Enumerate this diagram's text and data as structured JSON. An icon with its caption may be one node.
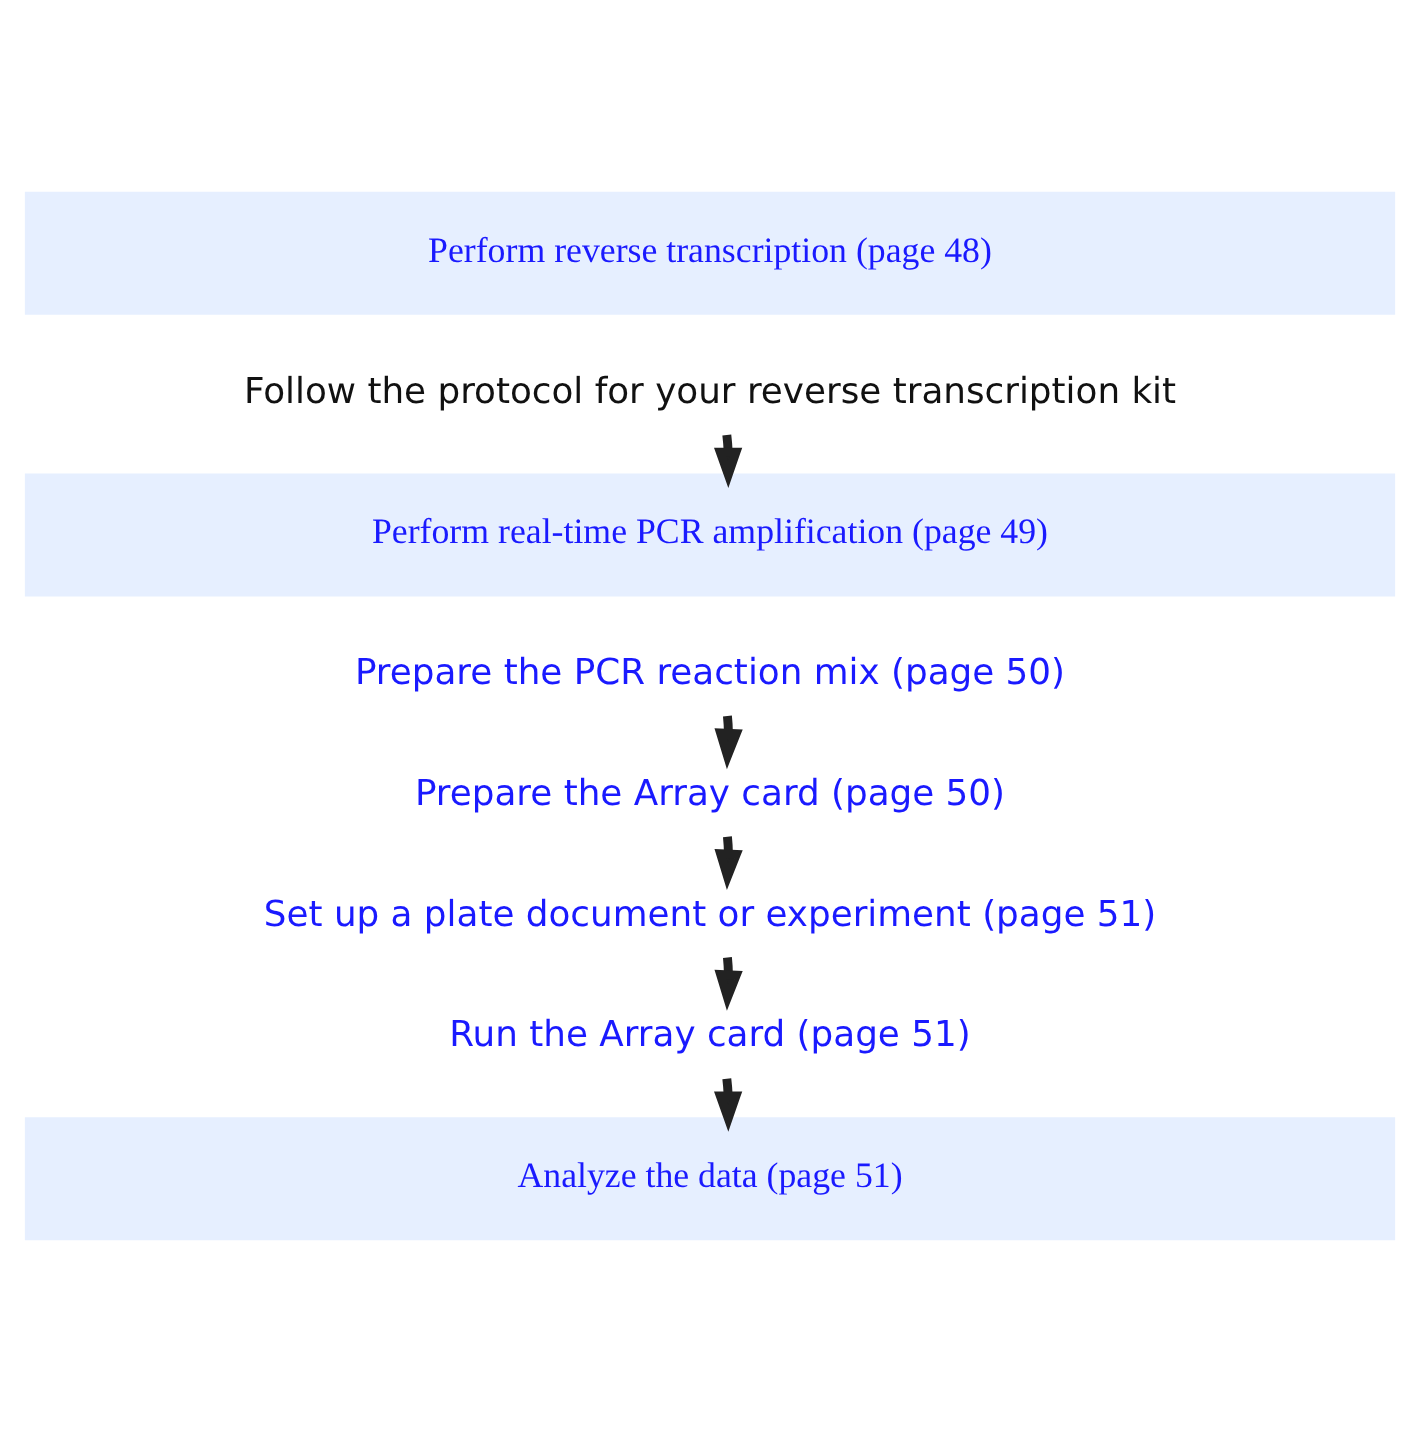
{
  "diagram": {
    "nodes": [
      {
        "text": [
          "Perform reverse transcription (page 48)"
        ]
      },
      {
        "text": [
          "Follow the protocol for your reverse transcription kit"
        ]
      },
      {
        "text": [
          "Perform real-time PCR amplification (page 49)"
        ]
      },
      {
        "text": [
          "Prepare the PCR reaction mix (page 50)"
        ]
      },
      {
        "text": [
          "Prepare the Array card (page 50)"
        ]
      },
      {
        "text": [
          "Set up a plate document or experiment (page 51)"
        ]
      },
      {
        "text": [
          "Run the Array card (page 51)"
        ]
      },
      {
        "text": [
          "Analyze the data (page 51)"
        ]
      }
    ],
    "edges": [
      {
        "from": 1,
        "to": 2,
        "arrow": "to"
      },
      {
        "from": 3,
        "to": 4,
        "arrow": "to"
      },
      {
        "from": 4,
        "to": 5,
        "arrow": "to"
      },
      {
        "from": 5,
        "to": 6,
        "arrow": "to"
      },
      {
        "from": 6,
        "to": 7,
        "arrow": "to"
      }
    ]
  }
}
